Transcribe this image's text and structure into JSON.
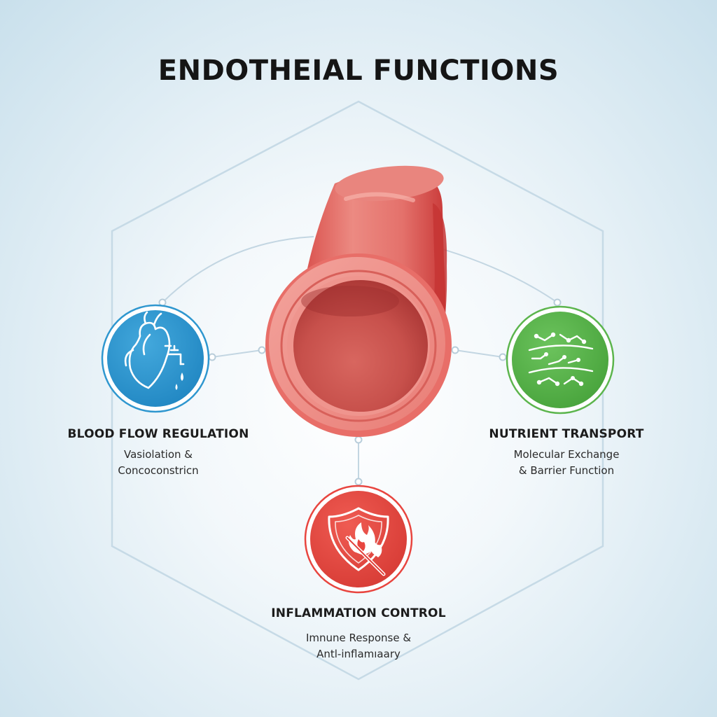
{
  "title": "ENDOTHEIAL FUNCTIONS",
  "center": {
    "icon": "blood-vessel-cross-section"
  },
  "functions": [
    {
      "key": "blood",
      "title": "BLOOD FLOW REGULATION",
      "line1": "Vasiolation &",
      "line2": "Concoconstricn",
      "icon": "heart-faucet-icon",
      "color": "#2f97cf"
    },
    {
      "key": "nutrient",
      "title": "NUTRIENT TRANSPORT",
      "line1": "Molecular Exchange",
      "line2": "& Barrier Function",
      "icon": "molecular-network-icon",
      "color": "#5cb54d"
    },
    {
      "key": "inflammation",
      "title": "INFLAMMATION CONTROL",
      "line1": "Imnune Response &",
      "line2": "Antl-inflamıaary",
      "icon": "shield-fire-icon",
      "color": "#e8453f"
    }
  ],
  "colors": {
    "vessel": "#e06a66",
    "vessel_dark": "#c94a47",
    "frame": "#c7dbe7",
    "connector": "#c3d6e2"
  }
}
